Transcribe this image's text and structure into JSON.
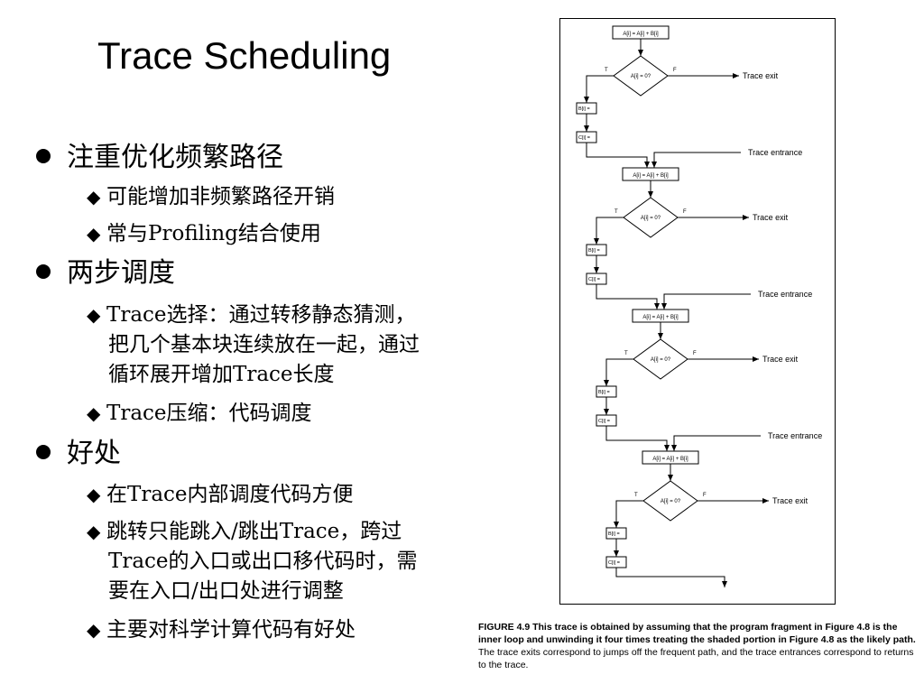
{
  "slide": {
    "title": "Trace Scheduling",
    "bullets": [
      {
        "text": "注重优化频繁路径",
        "subs": [
          "可能增加非频繁路径开销",
          "常与Profiling结合使用"
        ]
      },
      {
        "text": "两步调度",
        "subs": [
          "Trace选择：通过转移静态猜测，",
          "把几个基本块连续放在一起，通过",
          "循环展开增加Trace长度",
          "Trace压缩：代码调度"
        ]
      },
      {
        "text": "好处",
        "subs": [
          "在Trace内部调度代码方便",
          "跳转只能跳入/跳出Trace，跨过",
          "Trace的入口或出口移代码时，需",
          "要在入口/出口处进行调整",
          "主要对科学计算代码有好处"
        ]
      }
    ]
  },
  "figure": {
    "assign_label": "A[i] = A[i] + B[i]",
    "test_label": "A[i] = 0?",
    "b_label": "B[i] =",
    "c_label": "C[i] =",
    "true_label": "T",
    "false_label": "F",
    "exit_label": "Trace exit",
    "entrance_label": "Trace entrance",
    "caption_bold": "FIGURE 4.9   This trace is obtained by assuming that the program fragment in Figure 4.8 is the inner loop and unwinding it four times treating the shaded portion in Figure 4.8 as the likely path.",
    "caption_rest": " The trace exits correspond to jumps off the frequent path, and the trace entrances correspond to returns to the trace."
  }
}
